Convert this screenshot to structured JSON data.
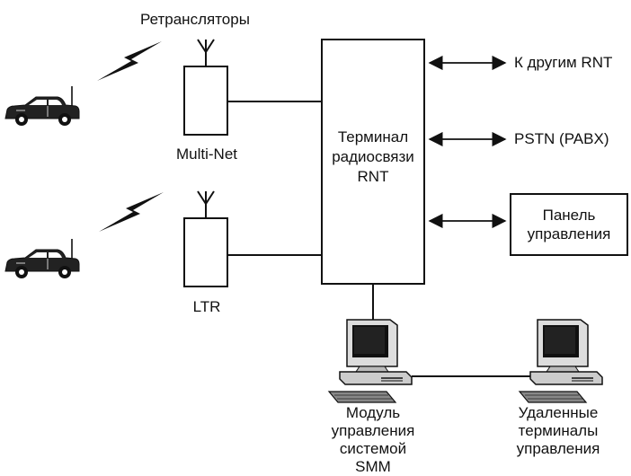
{
  "labels": {
    "repeaters": "Ретрансляторы",
    "multi_net": "Multi-Net",
    "ltr": "LTR",
    "rnt_terminal": "Терминал\nрадиосвязи\nRNT",
    "to_other_rnt": "К другим RNT",
    "pstn": "PSTN (PABX)",
    "control_panel": "Панель\nуправления",
    "smm_module": "Модуль\nуправления\nсистемой\nSMM",
    "remote_terminals": "Удаленные\nтерминалы\nуправления"
  },
  "icons": {
    "vehicle": "car-icon",
    "radio_wave": "lightning-signal-icon",
    "antenna": "antenna-icon",
    "workstation": "computer-workstation-icon"
  },
  "colors": {
    "ink": "#111111",
    "background": "#ffffff"
  }
}
